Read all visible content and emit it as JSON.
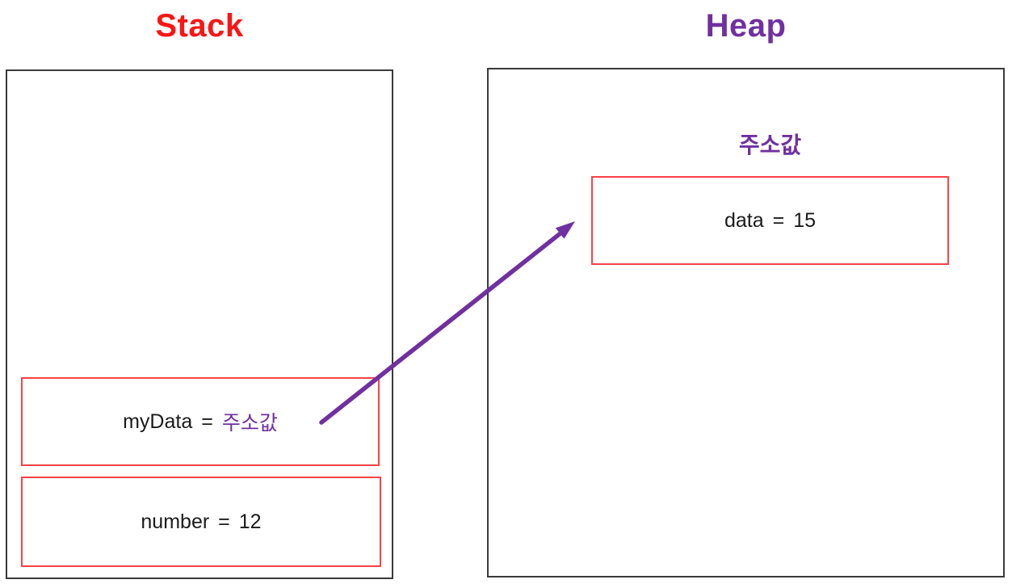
{
  "stack": {
    "title": "Stack",
    "frame_mydata": {
      "name": "myData",
      "equals": "=",
      "value": "주소값"
    },
    "frame_number": {
      "name": "number",
      "equals": "=",
      "value": "12"
    }
  },
  "heap": {
    "title": "Heap",
    "address_label": "주소값",
    "frame_data": {
      "name": "data",
      "equals": "=",
      "value": "15"
    }
  },
  "colors": {
    "stack_title": "#fb1515",
    "heap_title": "#7030a0",
    "pointer": "#7030a0",
    "frame_border": "#f94348",
    "region_border": "#3a3a3a",
    "text": "#1b1b1b"
  }
}
